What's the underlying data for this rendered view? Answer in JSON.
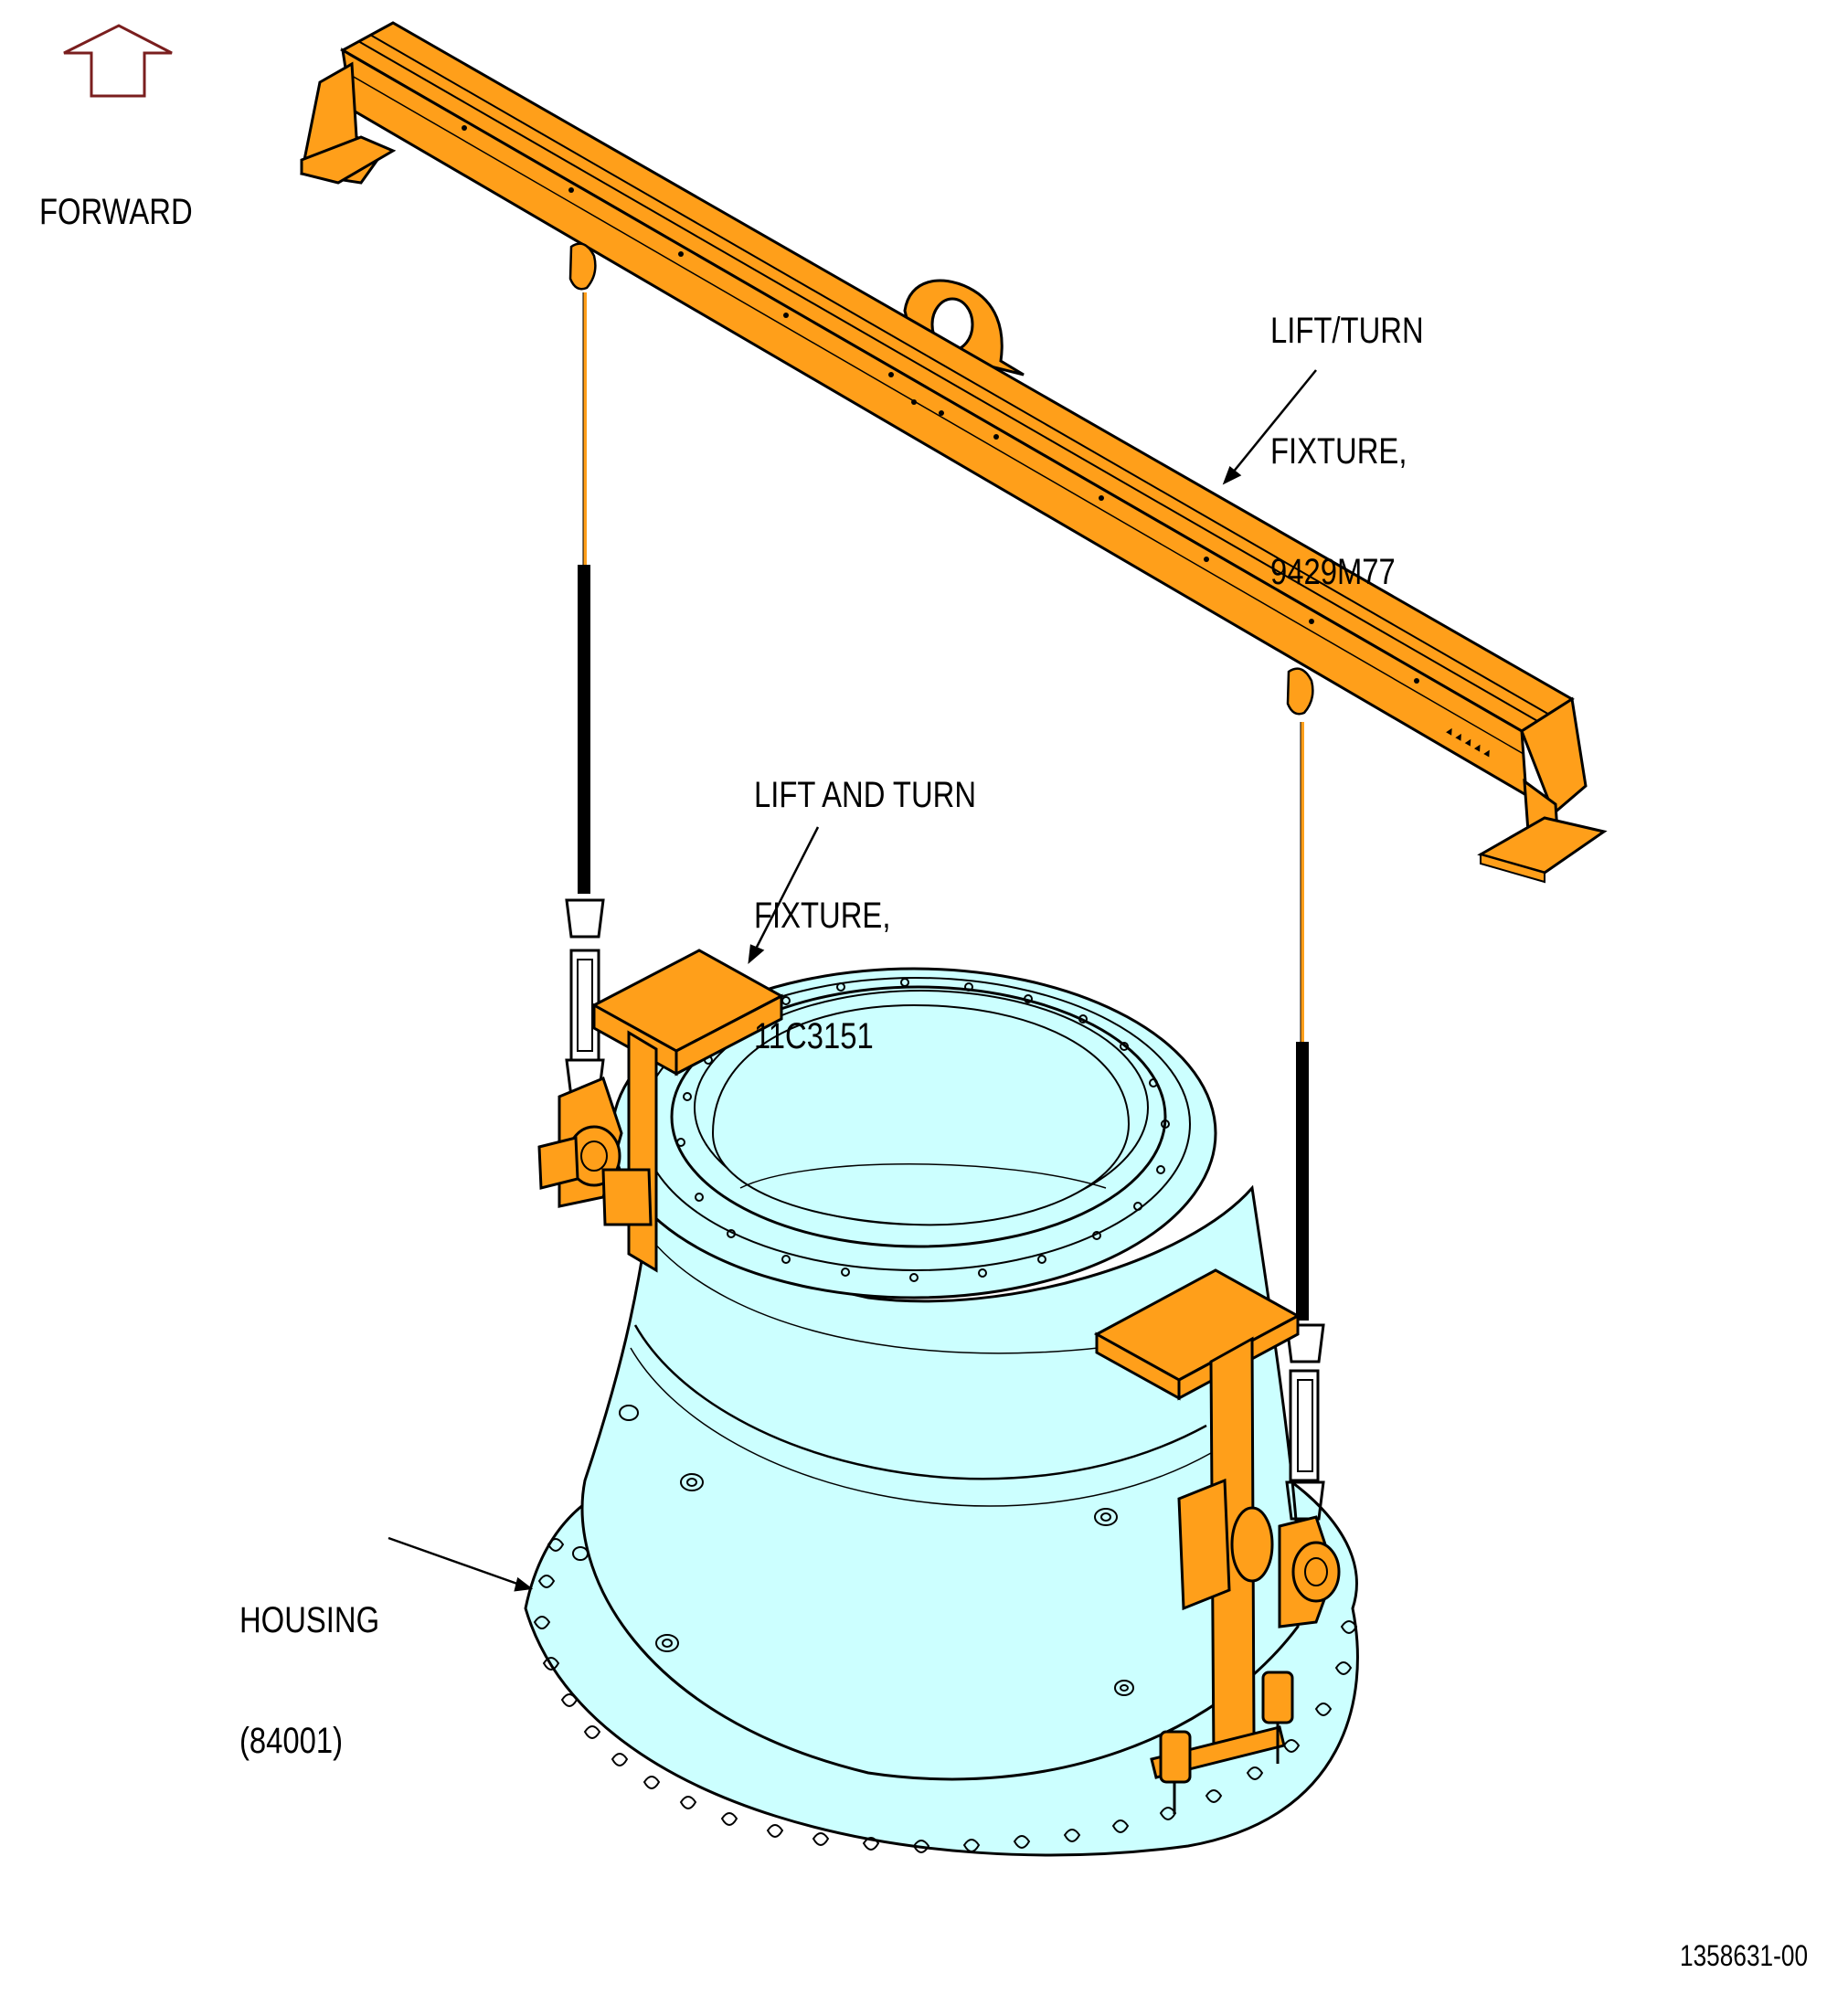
{
  "direction": {
    "label": "FORWARD",
    "icon": "up-arrow-icon"
  },
  "callouts": {
    "beam": {
      "line1": "LIFT/TURN",
      "line2": "FIXTURE,",
      "line3": "9429M77"
    },
    "bracket": {
      "line1": "LIFT AND TURN",
      "line2": "FIXTURE,",
      "line3": "11C3151"
    },
    "housing": {
      "line1": "HOUSING",
      "line2": "(84001)"
    }
  },
  "drawing_number": "1358631-00",
  "colors": {
    "fixture": "#FF9F1A",
    "housing": "#CCFFFF",
    "outline": "#000000",
    "arrow": "#7A1E1E"
  }
}
